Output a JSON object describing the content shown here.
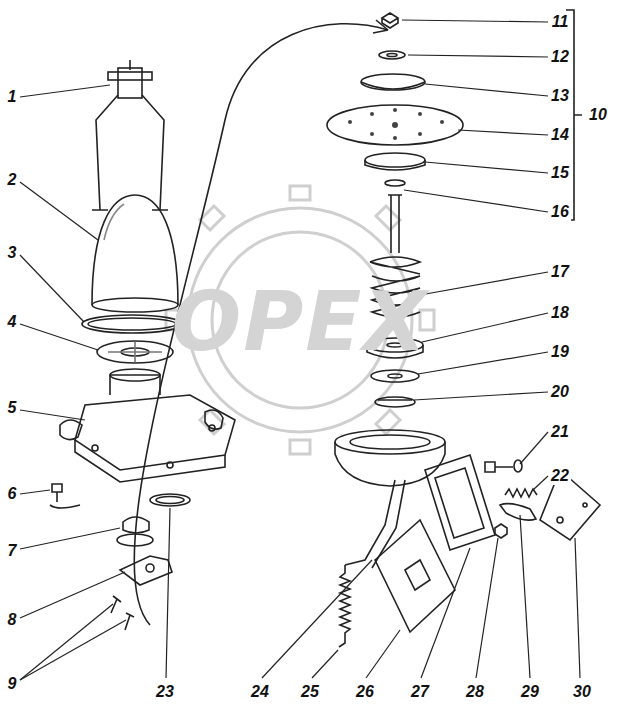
{
  "diagram": {
    "labels": [
      "1",
      "2",
      "3",
      "4",
      "5",
      "6",
      "7",
      "8",
      "9",
      "10",
      "11",
      "12",
      "13",
      "14",
      "15",
      "16",
      "17",
      "18",
      "19",
      "20",
      "21",
      "22",
      "23",
      "24",
      "25",
      "26",
      "27",
      "28",
      "29",
      "30",
      "ОРЕХ"
    ]
  }
}
